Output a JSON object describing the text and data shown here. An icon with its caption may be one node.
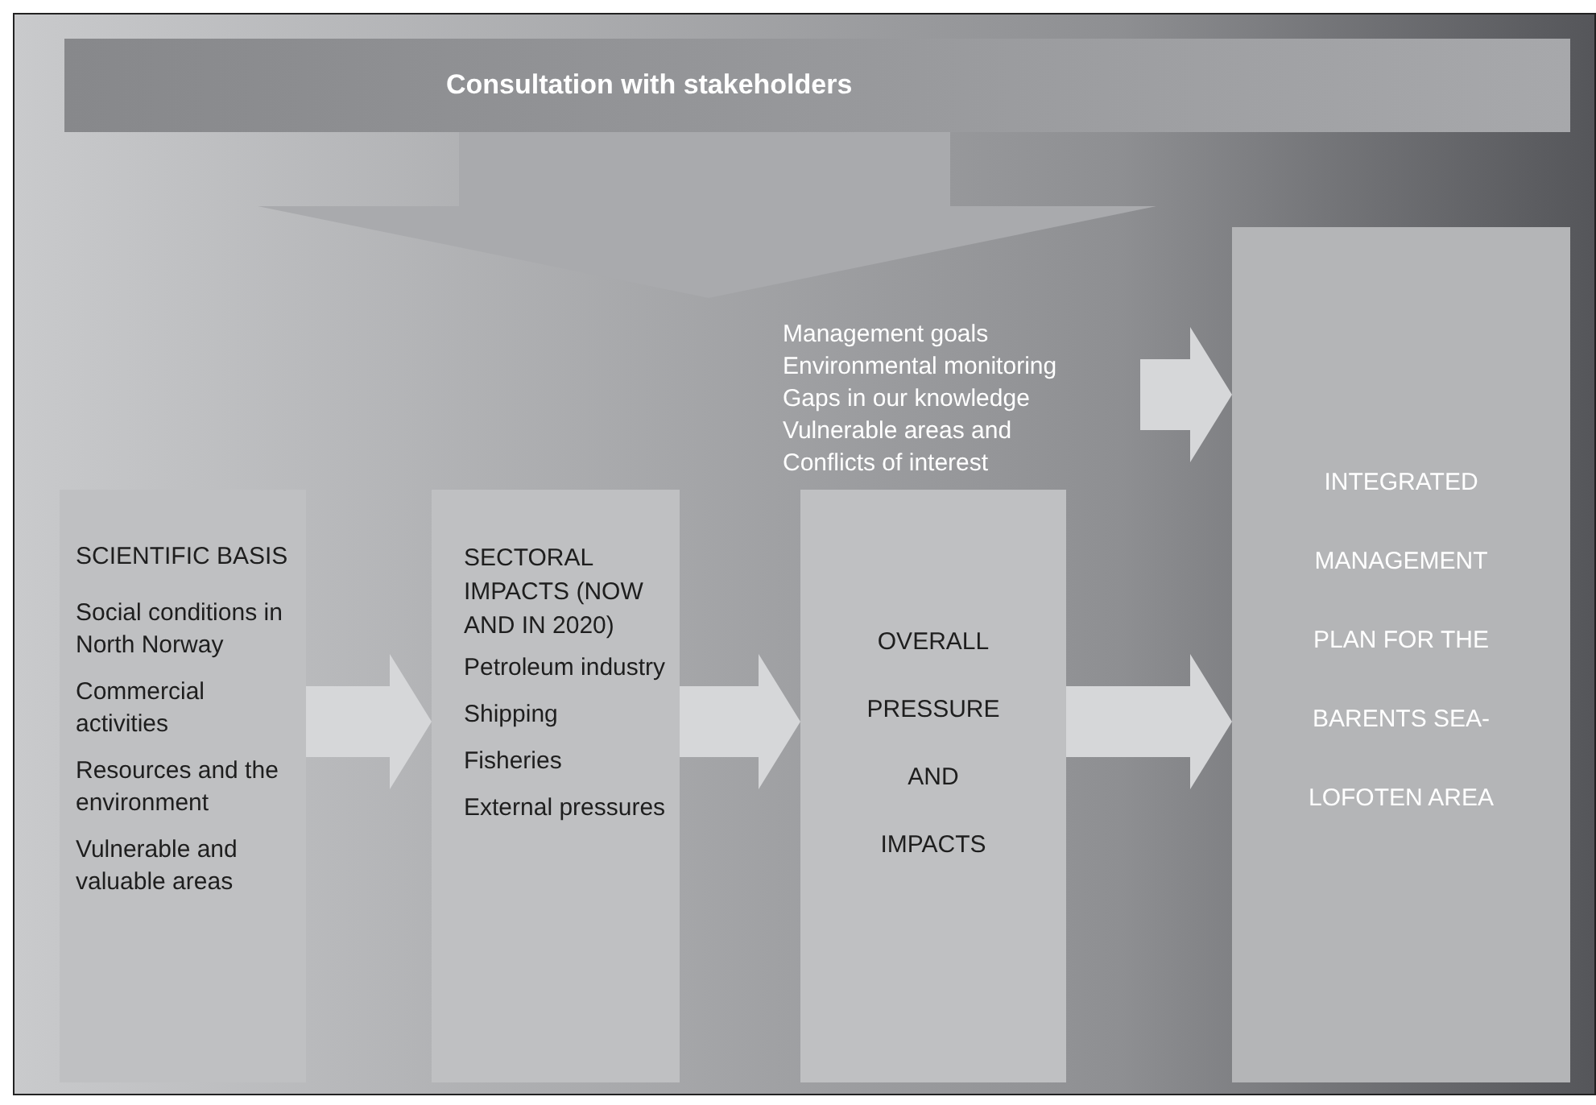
{
  "diagram": {
    "nodes": [
      {
        "text": [
          "Consultation with stakeholders"
        ]
      },
      {
        "text": [
          "SCIENTIFIC BASIS",
          "Social conditions in North Norway",
          "Commercial activities",
          "Resources and the environment",
          "Vulnerable and valuable areas"
        ]
      },
      {
        "text": [
          "SECTORAL IMPACTS (NOW AND IN 2020)",
          "Petroleum industry",
          "Shipping",
          "Fisheries",
          "External pressures"
        ]
      },
      {
        "text": [
          "OVERALL",
          "PRESSURE",
          "AND",
          "IMPACTS"
        ]
      },
      {
        "text": [
          "INTEGRATED",
          "MANAGEMENT",
          "PLAN FOR THE",
          "BARENTS SEA-",
          "LOFOTEN AREA"
        ]
      },
      {
        "text": [
          "Management goals",
          "Environmental monitoring",
          "Gaps in our knowledge",
          "Vulnerable areas and",
          "Conflicts of interest"
        ]
      }
    ],
    "edges": [
      {
        "from": 0,
        "to": null,
        "arrow": "to"
      },
      {
        "from": 1,
        "to": 2,
        "arrow": "to"
      },
      {
        "from": 2,
        "to": 3,
        "arrow": "to"
      },
      {
        "from": 3,
        "to": 4,
        "arrow": "to"
      },
      {
        "from": 5,
        "to": 4,
        "arrow": "to"
      }
    ]
  }
}
